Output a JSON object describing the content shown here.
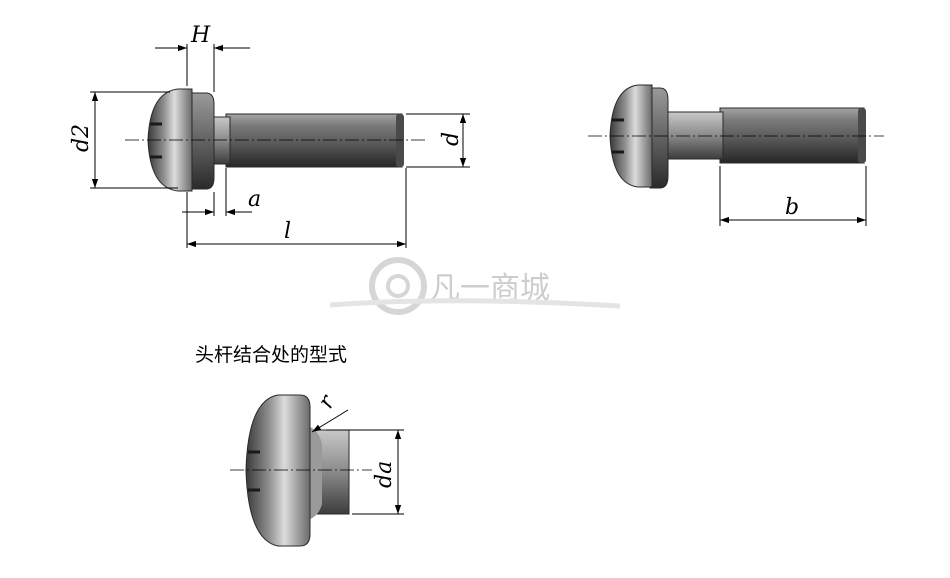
{
  "labels": {
    "H": "H",
    "d2": "d2",
    "d": "d",
    "a": "a",
    "l": "l",
    "b": "b",
    "r": "r",
    "da": "da"
  },
  "caption": "头杆结合处的型式",
  "watermark": "凡一商城",
  "colors": {
    "metal_dark": "#3a3a3a",
    "metal_mid": "#8a8a8a",
    "metal_light": "#d6d6d6",
    "line": "#000000",
    "watermark": "#c8c8c8"
  }
}
